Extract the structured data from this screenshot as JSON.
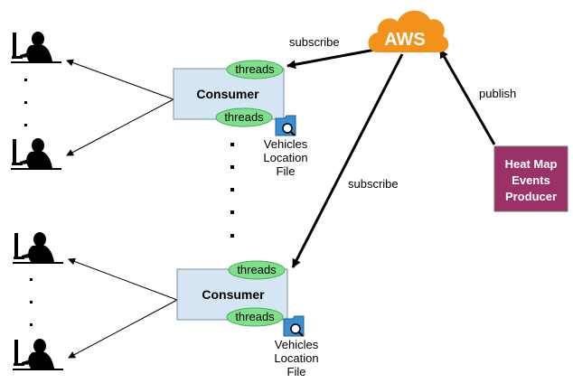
{
  "cloud": {
    "label": "AWS",
    "color": "#f2921b"
  },
  "producer": {
    "lines": [
      "Heat Map",
      "Events",
      "Producer"
    ],
    "color": "#9b3267"
  },
  "edges": {
    "publish": "publish",
    "subscribe_top": "subscribe",
    "subscribe_mid": "subscribe"
  },
  "consumers": [
    {
      "label": "Consumer",
      "threads_top": "threads",
      "threads_bottom": "threads",
      "file": [
        "Vehicles",
        "Location",
        "File"
      ]
    },
    {
      "label": "Consumer",
      "threads_top": "threads",
      "threads_bottom": "threads",
      "file": [
        "Vehicles",
        "Location",
        "File"
      ]
    }
  ],
  "colors": {
    "consumer_fill": "#d4e6f4",
    "threads_fill": "#7ee08a",
    "file_icon": "#3a8fd1"
  },
  "icons": {
    "user": "user-at-computer-icon",
    "file": "file-search-icon"
  }
}
